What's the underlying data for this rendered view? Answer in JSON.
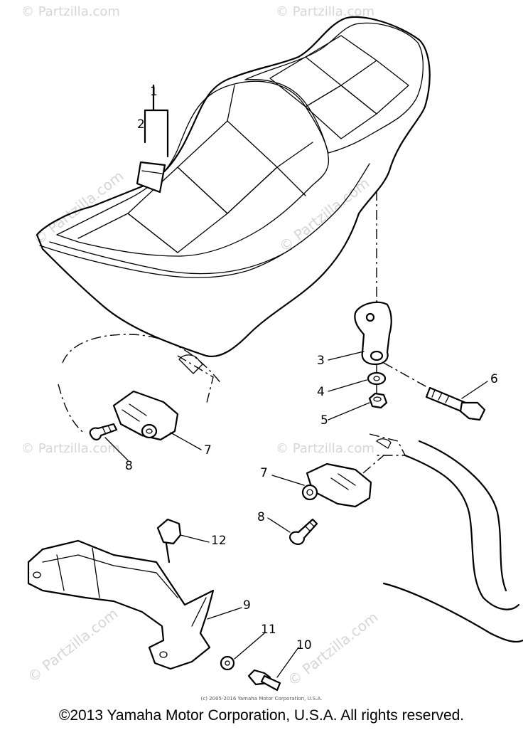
{
  "watermark": {
    "text": "© Partzilla.com",
    "color": "#d6d6d6"
  },
  "callouts": [
    {
      "id": "1",
      "label": "1"
    },
    {
      "id": "2",
      "label": "2"
    },
    {
      "id": "3",
      "label": "3"
    },
    {
      "id": "4",
      "label": "4"
    },
    {
      "id": "5",
      "label": "5"
    },
    {
      "id": "6",
      "label": "6"
    },
    {
      "id": "7a",
      "label": "7"
    },
    {
      "id": "7b",
      "label": "7"
    },
    {
      "id": "8a",
      "label": "8"
    },
    {
      "id": "8b",
      "label": "8"
    },
    {
      "id": "9",
      "label": "9"
    },
    {
      "id": "10",
      "label": "10"
    },
    {
      "id": "11",
      "label": "11"
    },
    {
      "id": "12",
      "label": "12"
    }
  ],
  "footer": {
    "small_credit": "(c) 2005-2016 Yamaha Motor Corporation, U.S.A.",
    "copyright": "©2013 Yamaha Motor Corporation, U.S.A. All rights reserved."
  }
}
